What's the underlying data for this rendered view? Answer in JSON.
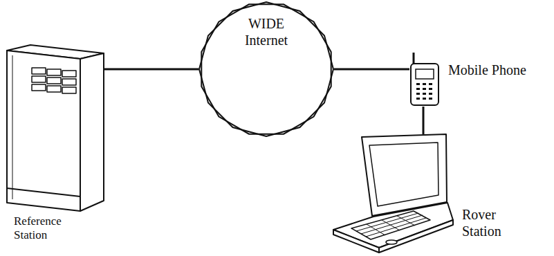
{
  "diagram": {
    "nodes": [
      {
        "text": [
          "Reference Station"
        ]
      },
      {
        "text": [
          "WIDE Internet"
        ]
      },
      {
        "text": [
          "Mobile Phone"
        ]
      },
      {
        "text": [
          "Rover Station"
        ]
      }
    ],
    "edges": [
      {
        "from": 0,
        "to": 1,
        "arrow": "none"
      },
      {
        "from": 1,
        "to": 2,
        "arrow": "none"
      },
      {
        "from": 2,
        "to": 3,
        "arrow": "none"
      }
    ]
  }
}
